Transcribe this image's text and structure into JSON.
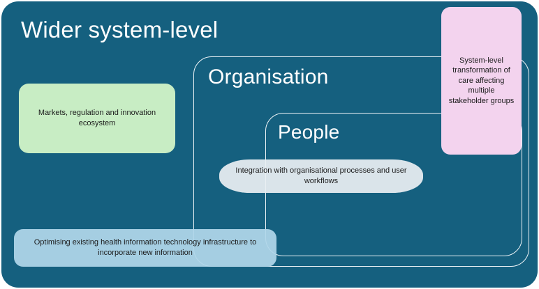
{
  "diagram": {
    "title": "Wider system-level",
    "background_color": "#15607f",
    "levels": [
      {
        "id": "wider-system-level",
        "label": "Wider system-level"
      },
      {
        "id": "organisation",
        "label": "Organisation"
      },
      {
        "id": "people",
        "label": "People"
      }
    ],
    "cards": [
      {
        "id": "markets",
        "text": "Markets, regulation and innovation ecosystem",
        "color": "#c8edc4"
      },
      {
        "id": "system-level-transformation",
        "text": "System-level transformation of care affecting multiple stakeholder groups",
        "color": "#f3d3ee"
      },
      {
        "id": "integration",
        "text": "Integration with organisational processes and user workflows",
        "color": "#e9eef2"
      },
      {
        "id": "optimising",
        "text": "Optimising existing health information technology infrastructure to incorporate new information",
        "color": "#b0d6ea"
      }
    ]
  }
}
